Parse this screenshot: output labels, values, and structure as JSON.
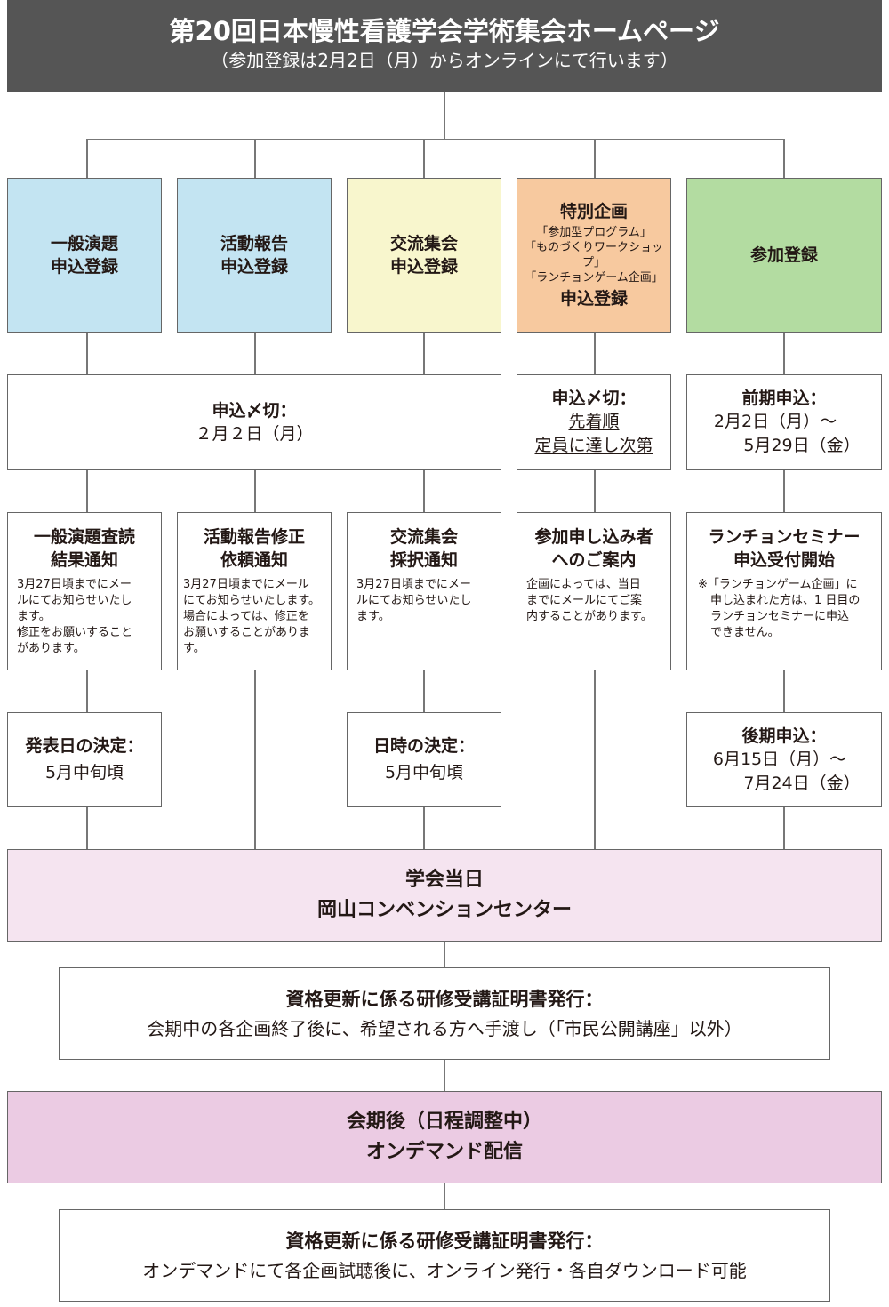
{
  "header": {
    "title": "第20回日本慢性看護学会学術集会ホームページ",
    "subtitle": "（参加登録は2月2日（月）からオンラインにて行います）"
  },
  "colors": {
    "header": "#555555",
    "blue": "#c3e4f2",
    "yellow": "#f8f6cd",
    "orange": "#f7c99f",
    "green": "#b3dca1",
    "pink_light": "#f5e4f0",
    "pink": "#ebcbe3"
  },
  "row1": [
    {
      "line1": "一般演題",
      "line2": "申込登録"
    },
    {
      "line1": "活動報告",
      "line2": "申込登録"
    },
    {
      "line1": "交流集会",
      "line2": "申込登録"
    },
    {
      "title": "特別企画",
      "notes": [
        "「参加型プログラム」",
        "「ものづくりワークショップ」",
        "「ランチョンゲーム企画」"
      ],
      "footer": "申込登録"
    },
    {
      "line1": "参加登録"
    }
  ],
  "row2": [
    {
      "title": "申込〆切：",
      "value": "２月２日（月）"
    },
    {
      "title": "申込〆切：",
      "value1": "先着順",
      "value2": "定員に達し次第"
    },
    {
      "title": "前期申込：",
      "value1": "2月2日（月）～",
      "value2": "5月29日（金）"
    }
  ],
  "row3": [
    {
      "title1": "一般演題査読",
      "title2": "結果通知",
      "body": [
        "3月27日頃までにメー",
        "ルにてお知らせいたし",
        "ます。",
        "修正をお願いすること",
        "があります。"
      ]
    },
    {
      "title1": "活動報告修正",
      "title2": "依頼通知",
      "body": [
        "3月27日頃までにメール",
        "にてお知らせいたします。",
        "場合によっては、修正を",
        "お願いすることがあります。"
      ]
    },
    {
      "title1": "交流集会",
      "title2": "採択通知",
      "body": [
        "3月27日頃までにメー",
        "ルにてお知らせいたし",
        "ます。"
      ]
    },
    {
      "title1": "参加申し込み者",
      "title2": "へのご案内",
      "body": [
        "企画によっては、当日",
        "までにメールにてご案",
        "内することがあります。"
      ]
    },
    {
      "title1": "ランチョンセミナー",
      "title2": "申込受付開始",
      "body": [
        "※「ランチョンゲーム企画」に",
        "申し込まれた方は、1 日目の",
        "ランチョンセミナーに申込",
        "できません。"
      ]
    }
  ],
  "row4": [
    {
      "title": "発表日の決定：",
      "value": "5月中旬頃"
    },
    {
      "title": "日時の決定：",
      "value": "5月中旬頃"
    },
    {
      "title": "後期申込：",
      "value1": "6月15日（月）～",
      "value2": "7月24日（金）"
    }
  ],
  "venue": {
    "line1": "学会当日",
    "line2": "岡山コンベンションセンター"
  },
  "cert1": {
    "title": "資格更新に係る研修受講証明書発行：",
    "body": "会期中の各企画終了後に、希望される方へ手渡し（「市民公開講座」以外）"
  },
  "after": {
    "line1": "会期後（日程調整中）",
    "line2": "オンデマンド配信"
  },
  "cert2": {
    "title": "資格更新に係る研修受講証明書発行：",
    "body": "オンデマンドにて各企画試聴後に、オンライン発行・各自ダウンロード可能"
  }
}
